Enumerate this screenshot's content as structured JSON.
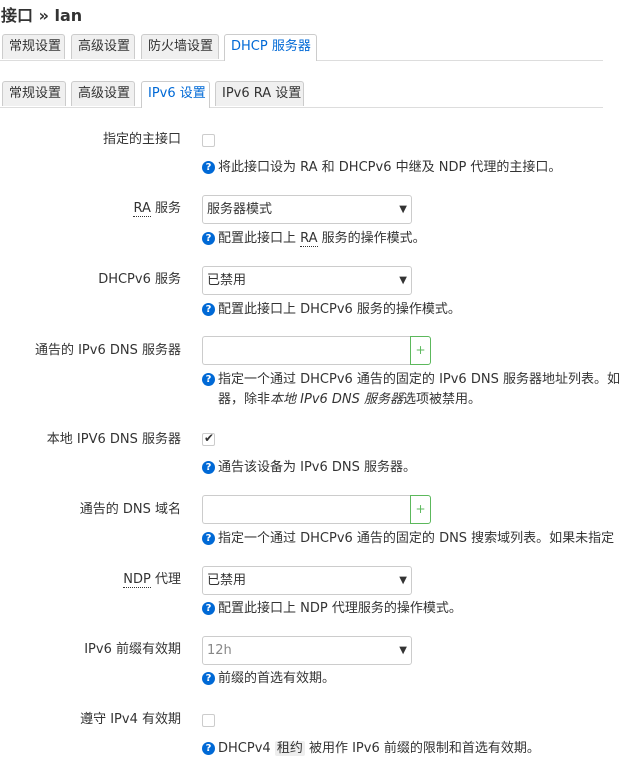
{
  "page_title": "接口 » lan",
  "top_tabs": [
    "常规设置",
    "高级设置",
    "防火墙设置",
    "DHCP 服务器"
  ],
  "sub_tabs": [
    "常规设置",
    "高级设置",
    "IPv6 设置",
    "IPv6 RA 设置"
  ],
  "fields": {
    "master": {
      "label": "指定的主接口",
      "checked": false,
      "help": "将此接口设为 RA 和 DHCPv6 中继及 NDP 代理的主接口。"
    },
    "ra": {
      "label_abbr": "RA",
      "label_rest": " 服务",
      "value": "服务器模式",
      "help_a": "配置此接口上 ",
      "help_abbr": "RA",
      "help_b": " 服务的操作模式。"
    },
    "dhcpv6": {
      "label": "DHCPv6 服务",
      "value": "已禁用",
      "help": "配置此接口上 DHCPv6 服务的操作模式。"
    },
    "dns_servers": {
      "label": "通告的 IPv6 DNS 服务器",
      "value": "",
      "add_label": "+",
      "help_line1": "指定一个通过 DHCPv6 通告的固定的 IPv6 DNS 服务器地址列表。如",
      "help_line2_a": "器，除非",
      "help_line2_em": "本地 IPv6 DNS 服务器",
      "help_line2_b": "选项被禁用。"
    },
    "local_dns": {
      "label": "本地 IPV6 DNS 服务器",
      "checked": true,
      "help": "通告该设备为 IPv6 DNS 服务器。"
    },
    "dns_domains": {
      "label": "通告的 DNS 域名",
      "value": "",
      "add_label": "+",
      "help": "指定一个通过 DHCPv6 通告的固定的 DNS 搜索域列表。如果未指定"
    },
    "ndp": {
      "label_abbr": "NDP",
      "label_rest": " 代理",
      "value": "已禁用",
      "help": "配置此接口上 NDP 代理服务的操作模式。"
    },
    "prefix_lifetime": {
      "label": "IPv6 前缀有效期",
      "value": "12h",
      "help": "前缀的首选有效期。"
    },
    "ipv4_lifetime": {
      "label": "遵守 IPv4 有效期",
      "checked": false,
      "help_a": "DHCPv4 ",
      "help_code": "租约",
      "help_b": " 被用作 IPv6 前缀的限制和首选有效期。"
    }
  },
  "icons": {
    "help": "help-circle-icon",
    "dropdown": "chevron-down-icon",
    "check": "check-icon"
  },
  "colors": {
    "accent": "#0069d6",
    "add_button": "#5cb85c",
    "border": "#cccccc"
  }
}
